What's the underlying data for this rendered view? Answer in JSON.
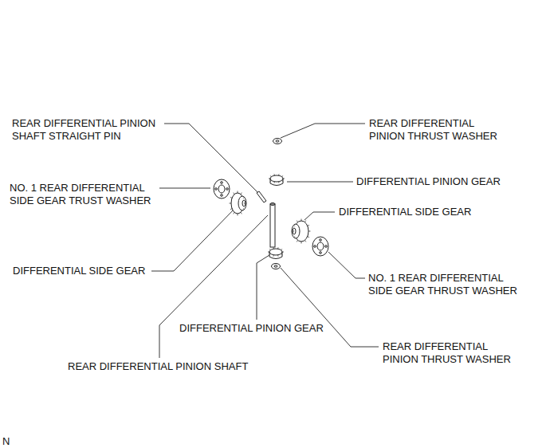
{
  "diagram": {
    "labels": [
      "REAR DIFFERENTIAL PINION SHAFT STRAIGHT PIN",
      "REAR DIFFERENTIAL PINION THRUST WASHER",
      "NO. 1 REAR DIFFERENTIAL SIDE GEAR TRUST WASHER",
      "DIFFERENTIAL PINION GEAR",
      "DIFFERENTIAL SIDE GEAR",
      "DIFFERENTIAL SIDE GEAR",
      "NO. 1 REAR DIFFERENTIAL SIDE GEAR THRUST WASHER",
      "DIFFERENTIAL PINION GEAR",
      "REAR DIFFERENTIAL PINION THRUST WASHER",
      "REAR DIFFERENTIAL PINION SHAFT",
      "N"
    ]
  }
}
